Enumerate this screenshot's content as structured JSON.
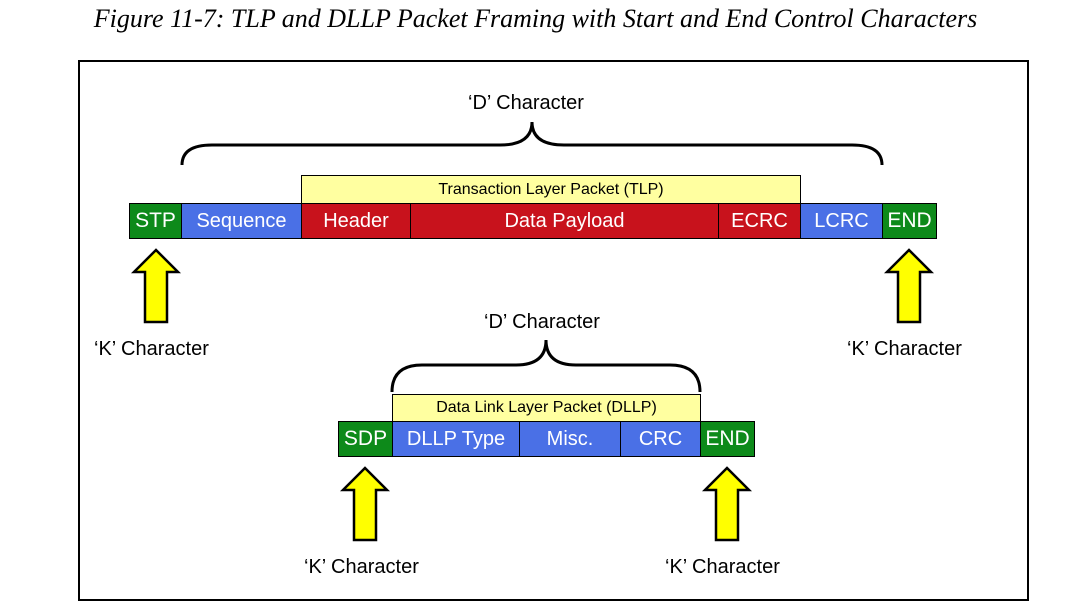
{
  "caption": "Figure 11-7: TLP and DLLP Packet Framing with Start and End Control Characters",
  "tlp": {
    "d_label": "‘D’ Character",
    "header_label": "Transaction Layer Packet (TLP)",
    "fields": [
      "STP",
      "Sequence",
      "Header",
      "Data Payload",
      "ECRC",
      "LCRC",
      "END"
    ],
    "k_left": "‘K’ Character",
    "k_right": "‘K’ Character"
  },
  "dllp": {
    "d_label": "‘D’ Character",
    "header_label": "Data Link Layer Packet (DLLP)",
    "fields": [
      "SDP",
      "DLLP Type",
      "Misc.",
      "CRC",
      "END"
    ],
    "k_left": "‘K’ Character",
    "k_right": "‘K’ Character"
  },
  "colors": {
    "framing": "#0d8a1a",
    "link_layer": "#4a70e6",
    "transaction_layer": "#c8121c",
    "packet_header": "#ffffa0",
    "arrow": "#ffff00"
  }
}
